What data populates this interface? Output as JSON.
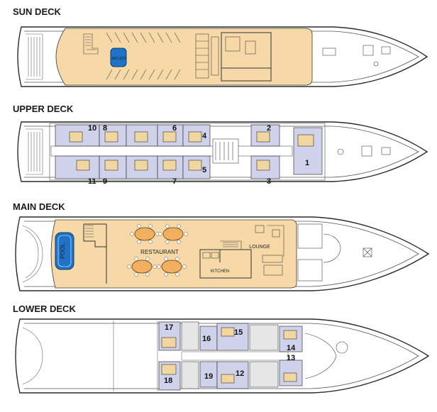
{
  "decks": {
    "sun": {
      "title": "SUN DECK",
      "jacuzzi_label": "JACUZZI"
    },
    "upper": {
      "title": "UPPER DECK",
      "cabins": [
        "10",
        "8",
        "6",
        "4",
        "2",
        "11",
        "9",
        "7",
        "5",
        "3",
        "1"
      ]
    },
    "main": {
      "title": "MAIN DECK",
      "pool_label": "POOL",
      "restaurant_label": "RESTAURANT",
      "lounge_label": "LOUNGE",
      "kitchen_label": "KITCHEN"
    },
    "lower": {
      "title": "LOWER DECK",
      "cabins": [
        "17",
        "16",
        "15",
        "14",
        "13",
        "18",
        "19",
        "12"
      ]
    }
  },
  "colors": {
    "deck_floor": "#f6d9a6",
    "cabin_floor": "#cfd2ea",
    "pool": "#1e73c8",
    "table": "#f0b060"
  }
}
